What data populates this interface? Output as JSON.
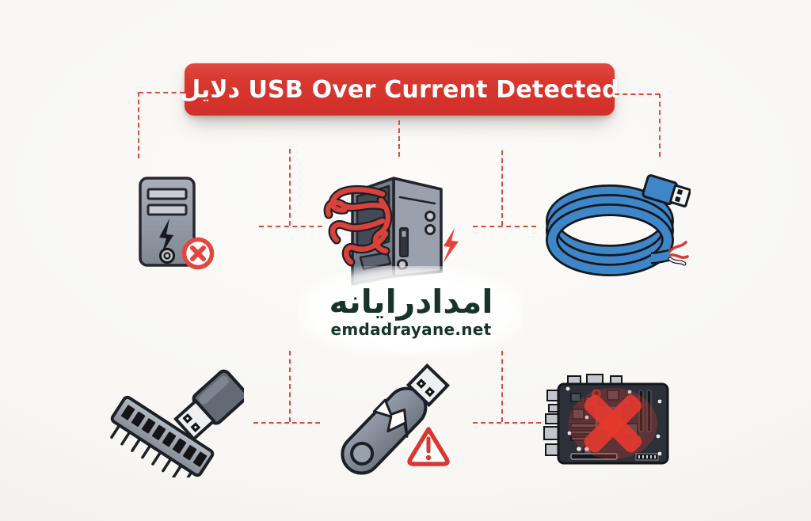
{
  "banner": {
    "title": "دلایل USB Over Current Detected"
  },
  "logo": {
    "title_fa": "امدادرایانه",
    "domain": "emdadrayane.net"
  },
  "colors": {
    "accent_red": "#d93830",
    "line_red": "#e2473f",
    "bg": "#f6f5f2",
    "logo_green": "#183428",
    "cable_blue": "#3f86c8"
  },
  "illustrations": [
    {
      "name": "faulty-pc-tower",
      "marker": "red-circle-x-badge"
    },
    {
      "name": "pc-case-cable-overload",
      "marker": "red-lightning-bolt"
    },
    {
      "name": "damaged-usb-cable-frayed-wires",
      "marker": ""
    },
    {
      "name": "usb-header-pins-and-connector",
      "marker": ""
    },
    {
      "name": "broken-usb-flash-drive",
      "marker": "warning-triangle"
    },
    {
      "name": "failed-motherboard",
      "marker": "red-x-mark"
    }
  ]
}
